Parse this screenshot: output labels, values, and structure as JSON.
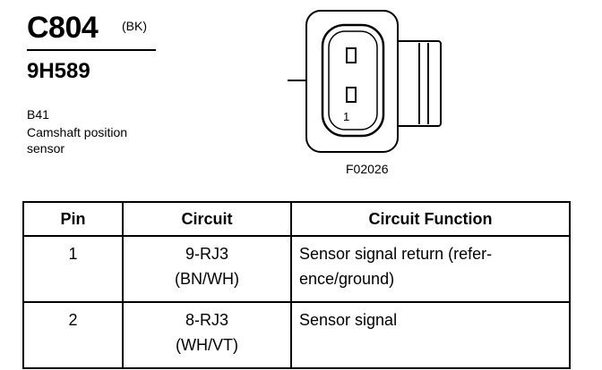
{
  "header": {
    "connector_id": "C804",
    "connector_color": "(BK)",
    "part_number": "9H589",
    "component_ref": "B41",
    "component_desc_lines": [
      "Camshaft position",
      "sensor"
    ],
    "figure_code": "F02026"
  },
  "diagram": {
    "pin_label": "1"
  },
  "table": {
    "headers": [
      "Pin",
      "Circuit",
      "Circuit Function"
    ],
    "rows": [
      {
        "pin": "1",
        "circuit_lines": [
          "9-RJ3",
          "(BN/WH)"
        ],
        "function_lines": [
          "Sensor signal return (refer-",
          "ence/ground)"
        ]
      },
      {
        "pin": "2",
        "circuit_lines": [
          "8-RJ3",
          "(WH/VT)"
        ],
        "function_lines": [
          "Sensor signal"
        ]
      }
    ]
  }
}
